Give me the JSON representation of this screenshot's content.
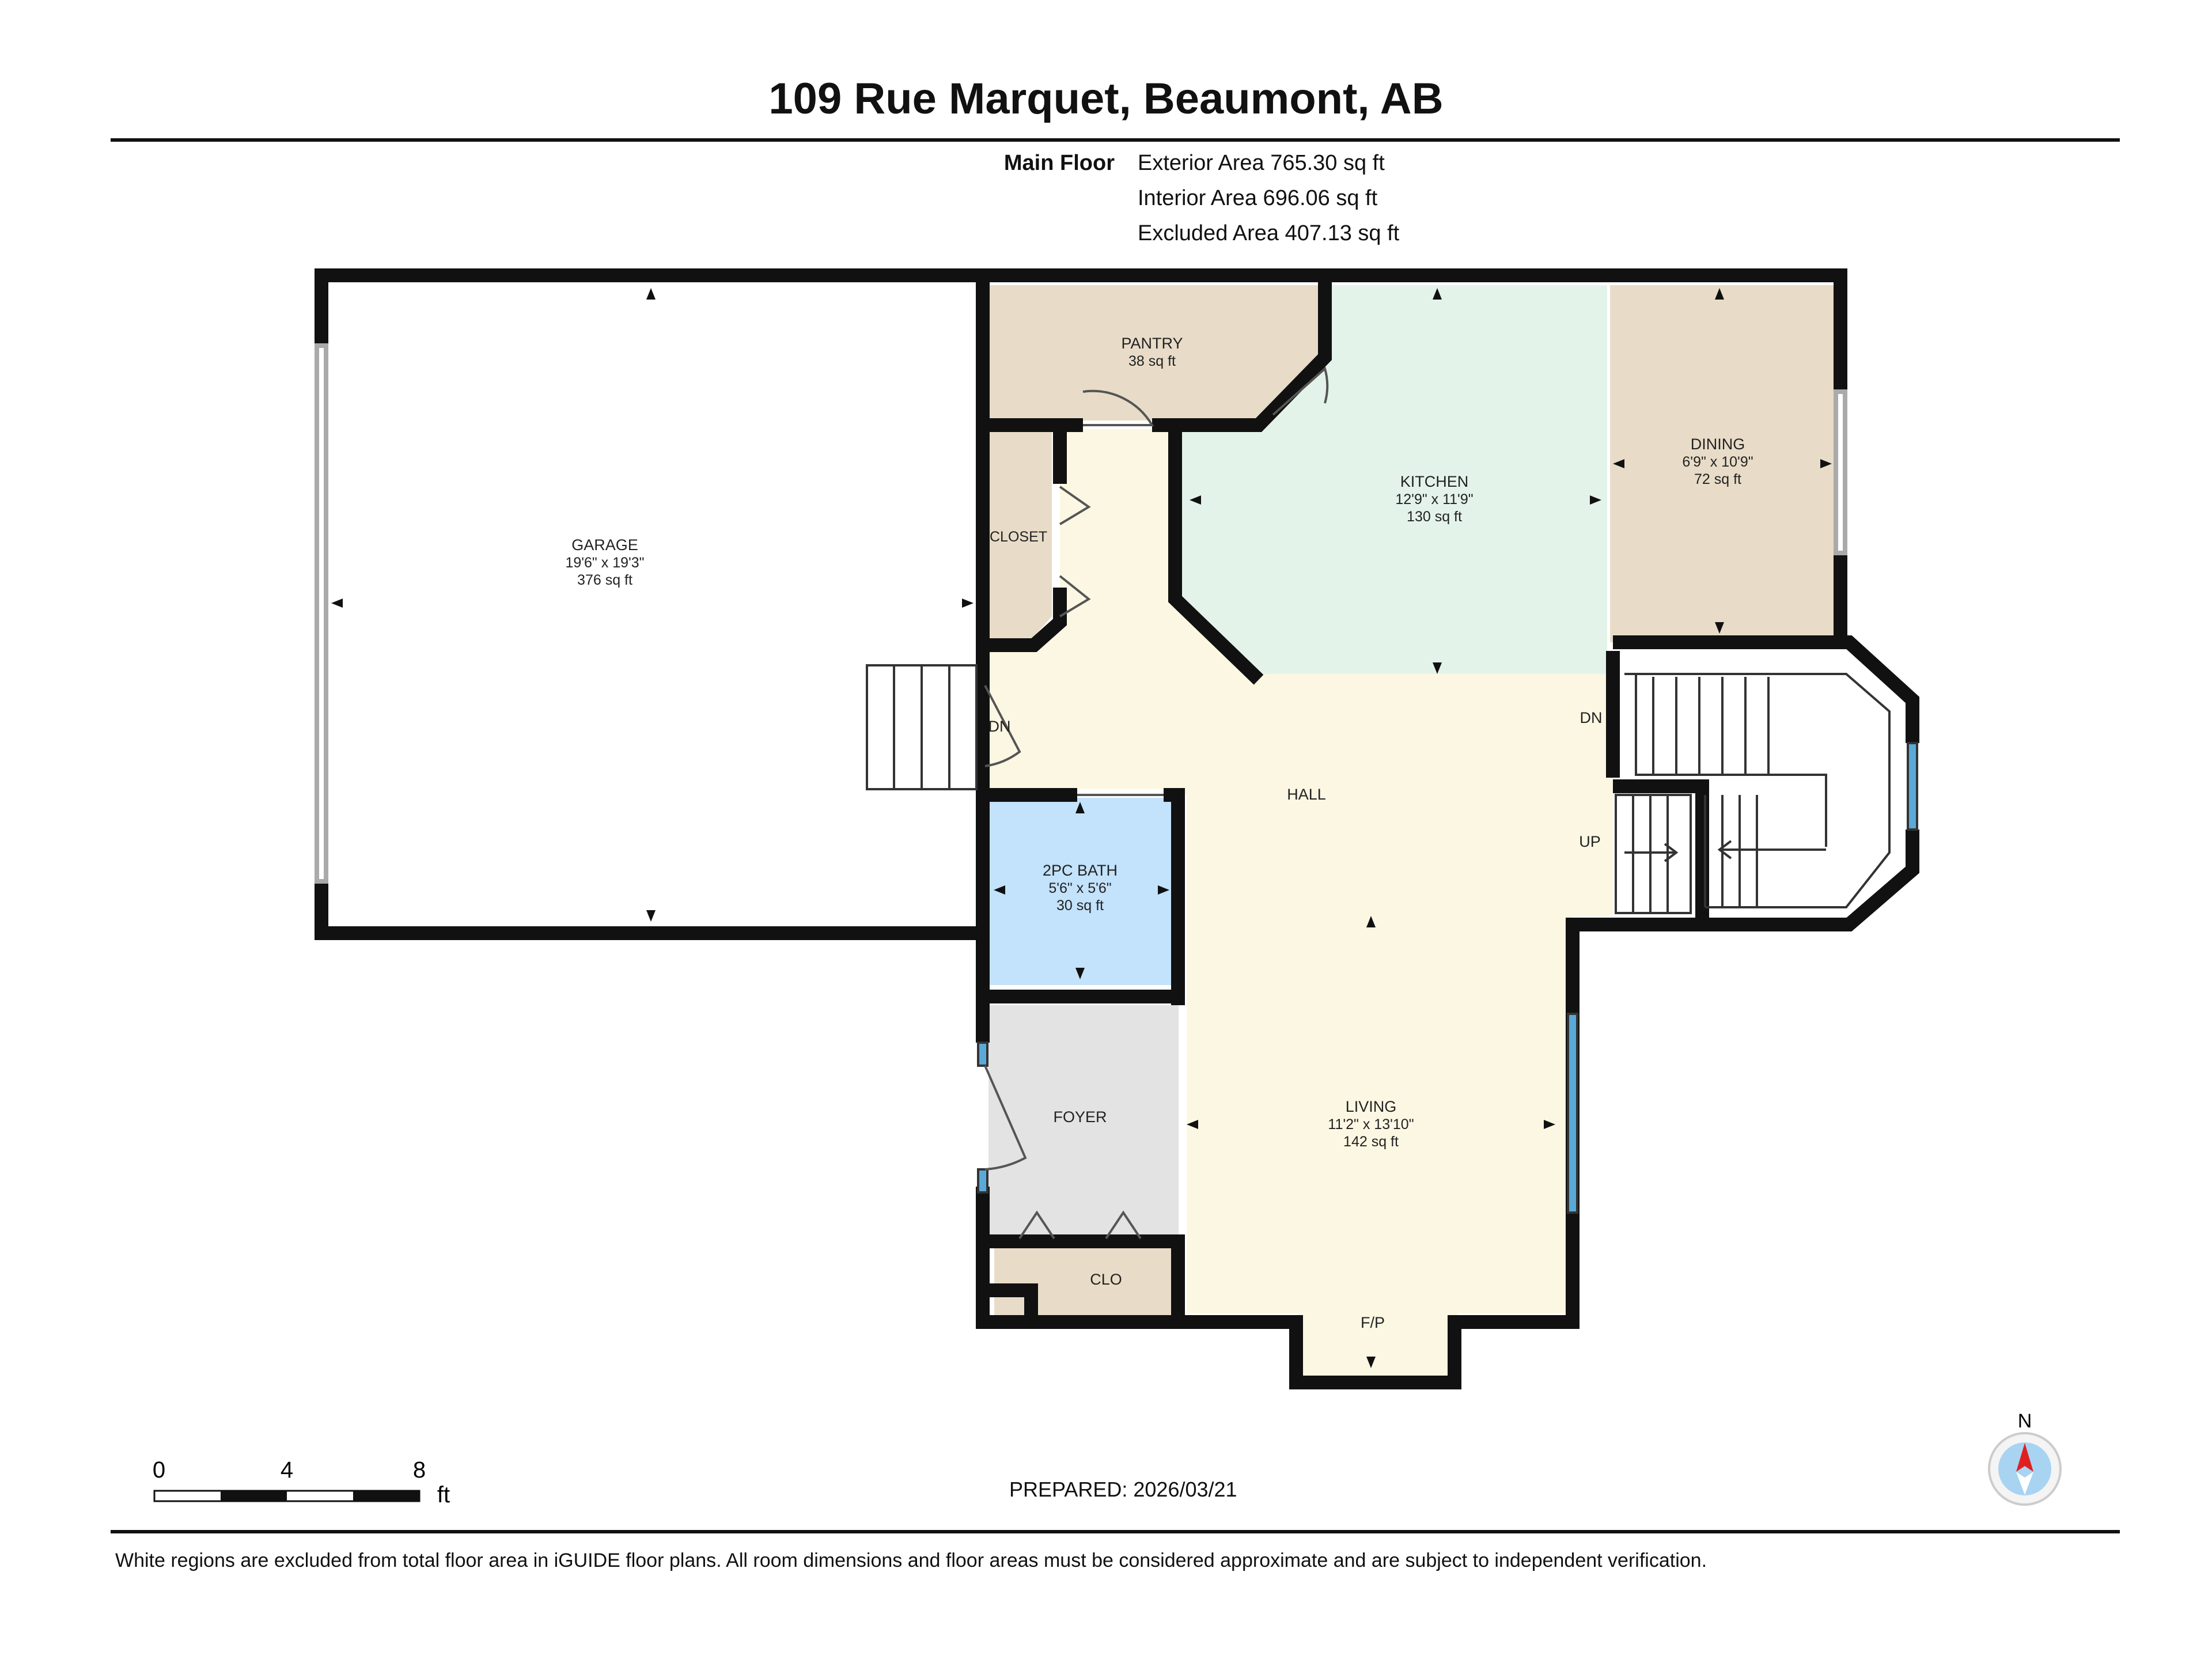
{
  "header": {
    "title": "109 Rue Marquet, Beaumont, AB",
    "floor_label": "Main Floor",
    "exterior_area": "Exterior Area 765.30 sq ft",
    "interior_area": "Interior Area 696.06 sq ft",
    "excluded_area": "Excluded Area 407.13 sq ft"
  },
  "rooms": {
    "garage": {
      "name": "GARAGE",
      "dims": "19'6\" x 19'3\"",
      "area": "376 sq ft",
      "color": "#ffffff"
    },
    "pantry": {
      "name": "PANTRY",
      "area": "38 sq ft",
      "color": "#e8dcc8"
    },
    "kitchen": {
      "name": "KITCHEN",
      "dims": "12'9\" x 11'9\"",
      "area": "130 sq ft",
      "color": "#e4f3ea"
    },
    "dining": {
      "name": "DINING",
      "dims": "6'9\" x 10'9\"",
      "area": "72 sq ft",
      "color": "#e8dcc8"
    },
    "closet": {
      "name": "CLOSET",
      "color": "#e8dcc8"
    },
    "hall": {
      "name": "HALL",
      "color": "#fcf7e2"
    },
    "bath": {
      "name": "2PC BATH",
      "dims": "5'6\" x 5'6\"",
      "area": "30 sq ft",
      "color": "#c3e2fb"
    },
    "foyer": {
      "name": "FOYER",
      "color": "#e3e3e3"
    },
    "clo": {
      "name": "CLO",
      "color": "#e8dcc8"
    },
    "living": {
      "name": "LIVING",
      "dims": "11'2\" x 13'10\"",
      "area": "142 sq ft",
      "color": "#fcf7e2"
    }
  },
  "labels": {
    "dn_left": "DN",
    "dn_right": "DN",
    "up": "UP",
    "fireplace": "F/P"
  },
  "colors": {
    "wall": "#111111",
    "window": "#5aa9d8"
  },
  "scale_bar": {
    "ticks": [
      "0",
      "4",
      "8"
    ],
    "unit": "ft"
  },
  "compass": {
    "label": "N",
    "icon": "north-arrow-icon"
  },
  "footer": {
    "prepared": "PREPARED: 2026/03/21",
    "disclaimer": "White regions are excluded from total floor area in iGUIDE floor plans. All room dimensions and floor areas must be considered approximate and are subject to independent verification."
  }
}
